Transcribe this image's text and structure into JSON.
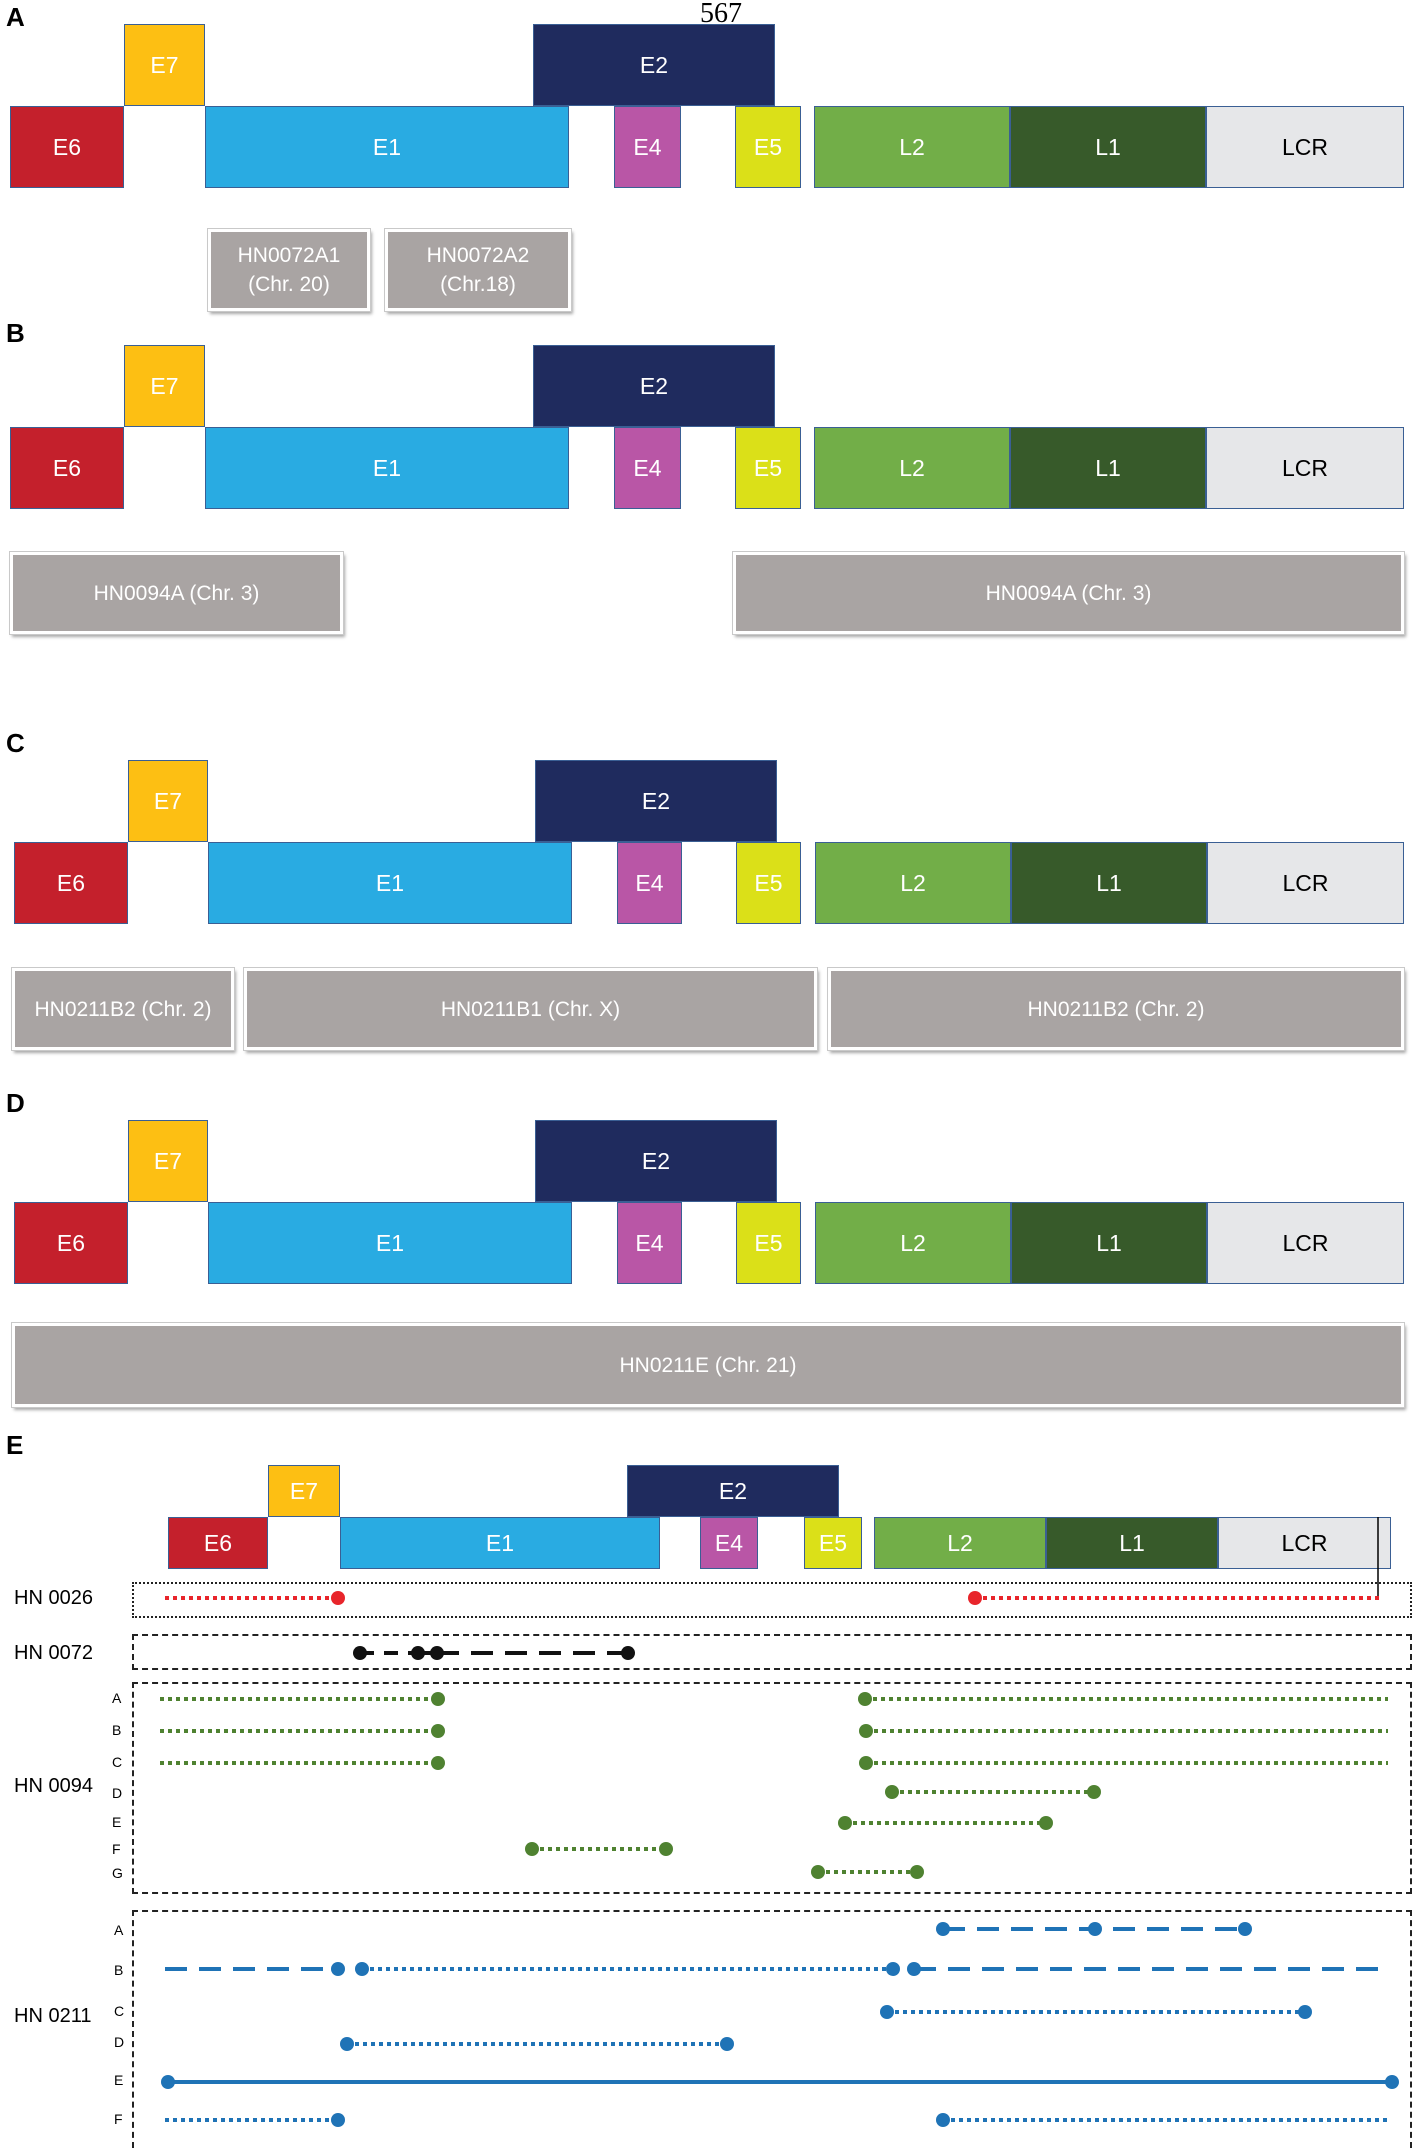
{
  "page_number": "567",
  "panels": {
    "a": {
      "letter": "A",
      "chr": [
        {
          "name": "HN0072A1",
          "chr": "(Chr. 20)"
        },
        {
          "name": "HN0072A2",
          "chr": "(Chr.18)"
        }
      ]
    },
    "b": {
      "letter": "B",
      "chr": [
        "HN0094A (Chr. 3)",
        "HN0094A (Chr. 3)"
      ]
    },
    "c": {
      "letter": "C",
      "chr": [
        "HN0211B2 (Chr. 2)",
        "HN0211B1 (Chr. X)",
        "HN0211B2 (Chr. 2)"
      ]
    },
    "d": {
      "letter": "D",
      "chr": [
        "HN0211E (Chr. 21)"
      ]
    },
    "e": {
      "letter": "E"
    }
  },
  "genes": {
    "e6": "E6",
    "e7": "E7",
    "e1": "E1",
    "e2": "E2",
    "e4": "E4",
    "e5": "E5",
    "l2": "L2",
    "l1": "L1",
    "lcr": "LCR"
  },
  "colors": {
    "e6": "#c4202c",
    "e7": "#fdbf13",
    "e1": "#29abe2",
    "e2": "#1f2b5e",
    "e4": "#b956a6",
    "e5": "#dbe018",
    "l2": "#72ae48",
    "l1": "#375a2a",
    "lcr": "#e6e7e9",
    "chr_box": "#a9a4a3",
    "hn0026": "#e8252b",
    "hn0072": "#111111",
    "hn0094": "#4f8231",
    "hn0211": "#1f73b6"
  },
  "tracks": {
    "hn0026": {
      "label": "HN 0026"
    },
    "hn0072": {
      "label": "HN 0072"
    },
    "hn0094": {
      "label": "HN 0094",
      "rows": [
        "A",
        "B",
        "C",
        "D",
        "E",
        "F",
        "G"
      ]
    },
    "hn0211": {
      "label": "HN 0211",
      "rows": [
        "A",
        "B",
        "C",
        "D",
        "E",
        "F"
      ]
    }
  }
}
